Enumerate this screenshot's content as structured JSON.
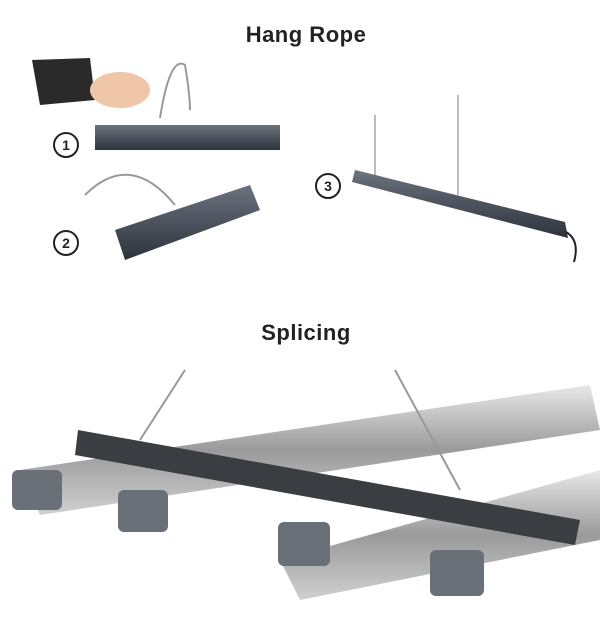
{
  "titles": {
    "hang_rope": "Hang Rope",
    "splicing": "Splicing"
  },
  "steps": [
    "1",
    "2",
    "3"
  ]
}
